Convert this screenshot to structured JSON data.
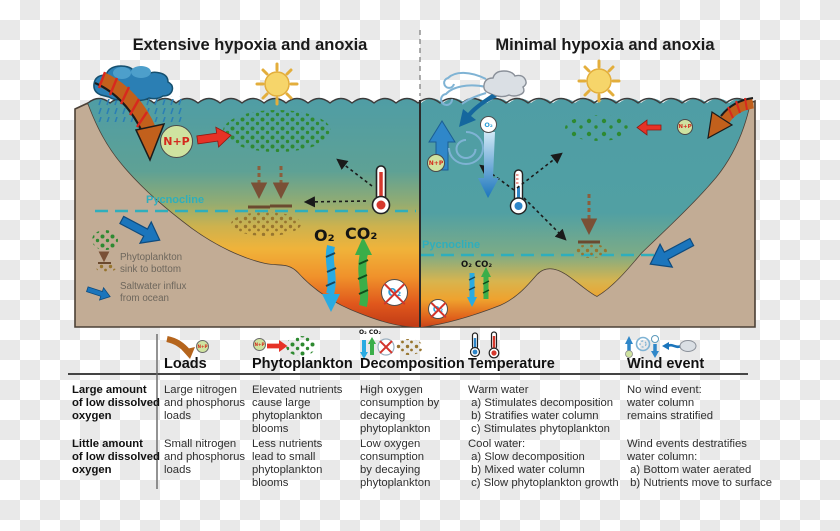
{
  "titles": {
    "left": "Extensive hypoxia and anoxia",
    "right": "Minimal hypoxia and anoxia"
  },
  "diagram": {
    "pycnocline_left": "Pycnocline",
    "pycnocline_right": "Pycnocline",
    "np": "N+P",
    "o2": "O₂",
    "co2": "CO₂",
    "o2_co2_small": "O₂ CO₂",
    "legend_phytoplankton": "Phytoplankton sink to bottom",
    "legend_saltwater": "Saltwater influx from ocean"
  },
  "table": {
    "columns": [
      "Loads",
      "Phytoplankton",
      "Decomposition",
      "Temperature",
      "Wind event"
    ],
    "rows": [
      {
        "header": "Large amount\nof low dissolved\noxygen",
        "loads": "Large nitrogen\nand phosphorus\nloads",
        "phytoplankton": "Elevated nutrients\ncause large\nphytoplankton\nblooms",
        "decomposition": "High oxygen\nconsumption by\ndecaying\nphytoplankton",
        "temperature": "Warm water\n a) Stimulates decomposition\n b) Stratifies water column\n c) Stimulates phytoplankton",
        "wind": "No wind event:\nwater column\nremains stratified"
      },
      {
        "header": "Little amount\nof low dissolved\noxygen",
        "loads": "Small nitrogen\nand phosphorus\nloads",
        "phytoplankton": "Less nutrients\nlead to small\nphytoplankton\nblooms",
        "decomposition": "Low oxygen\nconsumption\nby decaying\nphytoplankton",
        "temperature": "Cool water:\n a) Slow decomposition\n b) Mixed water column\n c) Slow phytoplankton growth",
        "wind": "Wind events destratifies\nwater column:\n a) Bottom water aerated\n b) Nutrients move to surface"
      }
    ]
  },
  "colors": {
    "water_teal": "#4F9DA5",
    "anoxic_red": "#C03B16",
    "land_tan": "#C2AC95",
    "pycnocline_teal": "#2FAEBC",
    "nutrient_green": "#CFE3A0",
    "bloom_green": "#2E8A31",
    "oxygen_blue": "#29ABE2",
    "co2_green": "#3AAE49",
    "arrow_blue": "#1B75BC",
    "load_orange": "#C2601C"
  }
}
